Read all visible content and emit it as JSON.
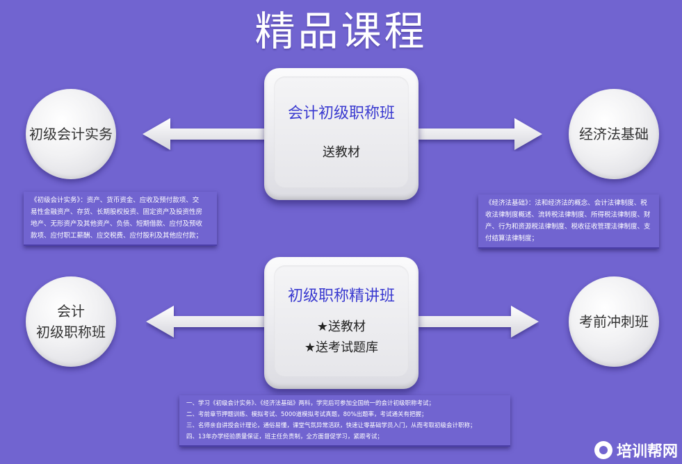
{
  "title": "精品课程",
  "center_top": {
    "title": "会计初级职称班",
    "line1": "送教材"
  },
  "center_bottom": {
    "title": "初级职称精讲班",
    "line1": "★送教材",
    "line2": "★送考试题库"
  },
  "circles": {
    "top_left": "初级会计实务",
    "top_right": "经济法基础",
    "bottom_left_line1": "会计",
    "bottom_left_line2": "初级职称班",
    "bottom_right": "考前冲刺班"
  },
  "desc_left": [
    "《初级会计实务》：资产、货币资金、应收及预付款项、交",
    "易性金融资产、存货、长期股权投资、固定资产及投资性房",
    "地产、无形资产及其他资产、负债、短期借款、应付及预收",
    "款项、应付职工薪酬、应交税费、应付股利及其他应付款；"
  ],
  "desc_right": [
    "《经济法基础》：法和经济法的概念、会计法律制度、税",
    "收法律制度概述、流转税法律制度、所得税法律制度、财",
    "产、行为和资源税法律制度、税收征收管理法律制度、支",
    "付结算法律制度；"
  ],
  "desc_bottom": [
    "一、学习《初级会计实务》、《经济法基础》两科，学完后可参加全国统一的会计初级职称考试；",
    "二、考前章节押题训练、模拟考试、5000道模拟考试真题，80%出题率，考试通关有把握；",
    "三、名师亲自讲授会计理论，通俗易懂，课堂气氛异常活跃，快速让零基础学员入门，从而考取初级会计职称；",
    "四、13年办学经验质量保证，班主任负责制，全方面督促学习，紧跟考试；"
  ],
  "logo": {
    "text": "培训帮网",
    "icon": "logo-icon"
  },
  "colors": {
    "background": "#7164d0",
    "key_title": "#3a3ad0"
  }
}
